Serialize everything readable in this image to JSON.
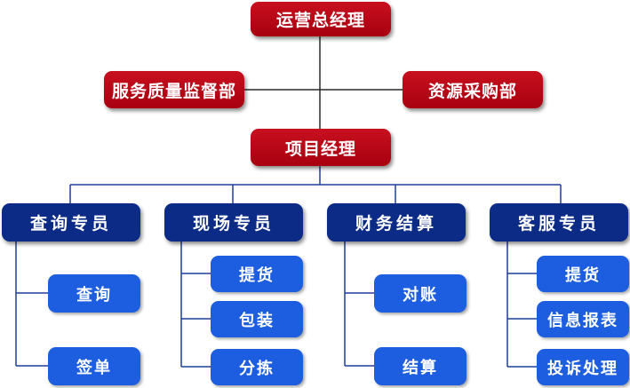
{
  "top": {
    "gm": "运营总经理",
    "qa": "服务质量监督部",
    "purchase": "资源采购部",
    "pm": "项目经理"
  },
  "colors": {
    "red": "#b5001a",
    "navy": "#0c2b86",
    "blue": "#1d5ee0",
    "line_blue": "#1f3f99",
    "line_dark": "#2a2a2a"
  },
  "departments": [
    {
      "label": "查询专员",
      "tasks": [
        "查询",
        "签单"
      ]
    },
    {
      "label": "现场专员",
      "tasks": [
        "提货",
        "包装",
        "分拣"
      ]
    },
    {
      "label": "财务结算",
      "tasks": [
        "对账",
        "结算"
      ]
    },
    {
      "label": "客服专员",
      "tasks": [
        "提货",
        "信息报表",
        "投诉处理"
      ]
    }
  ]
}
